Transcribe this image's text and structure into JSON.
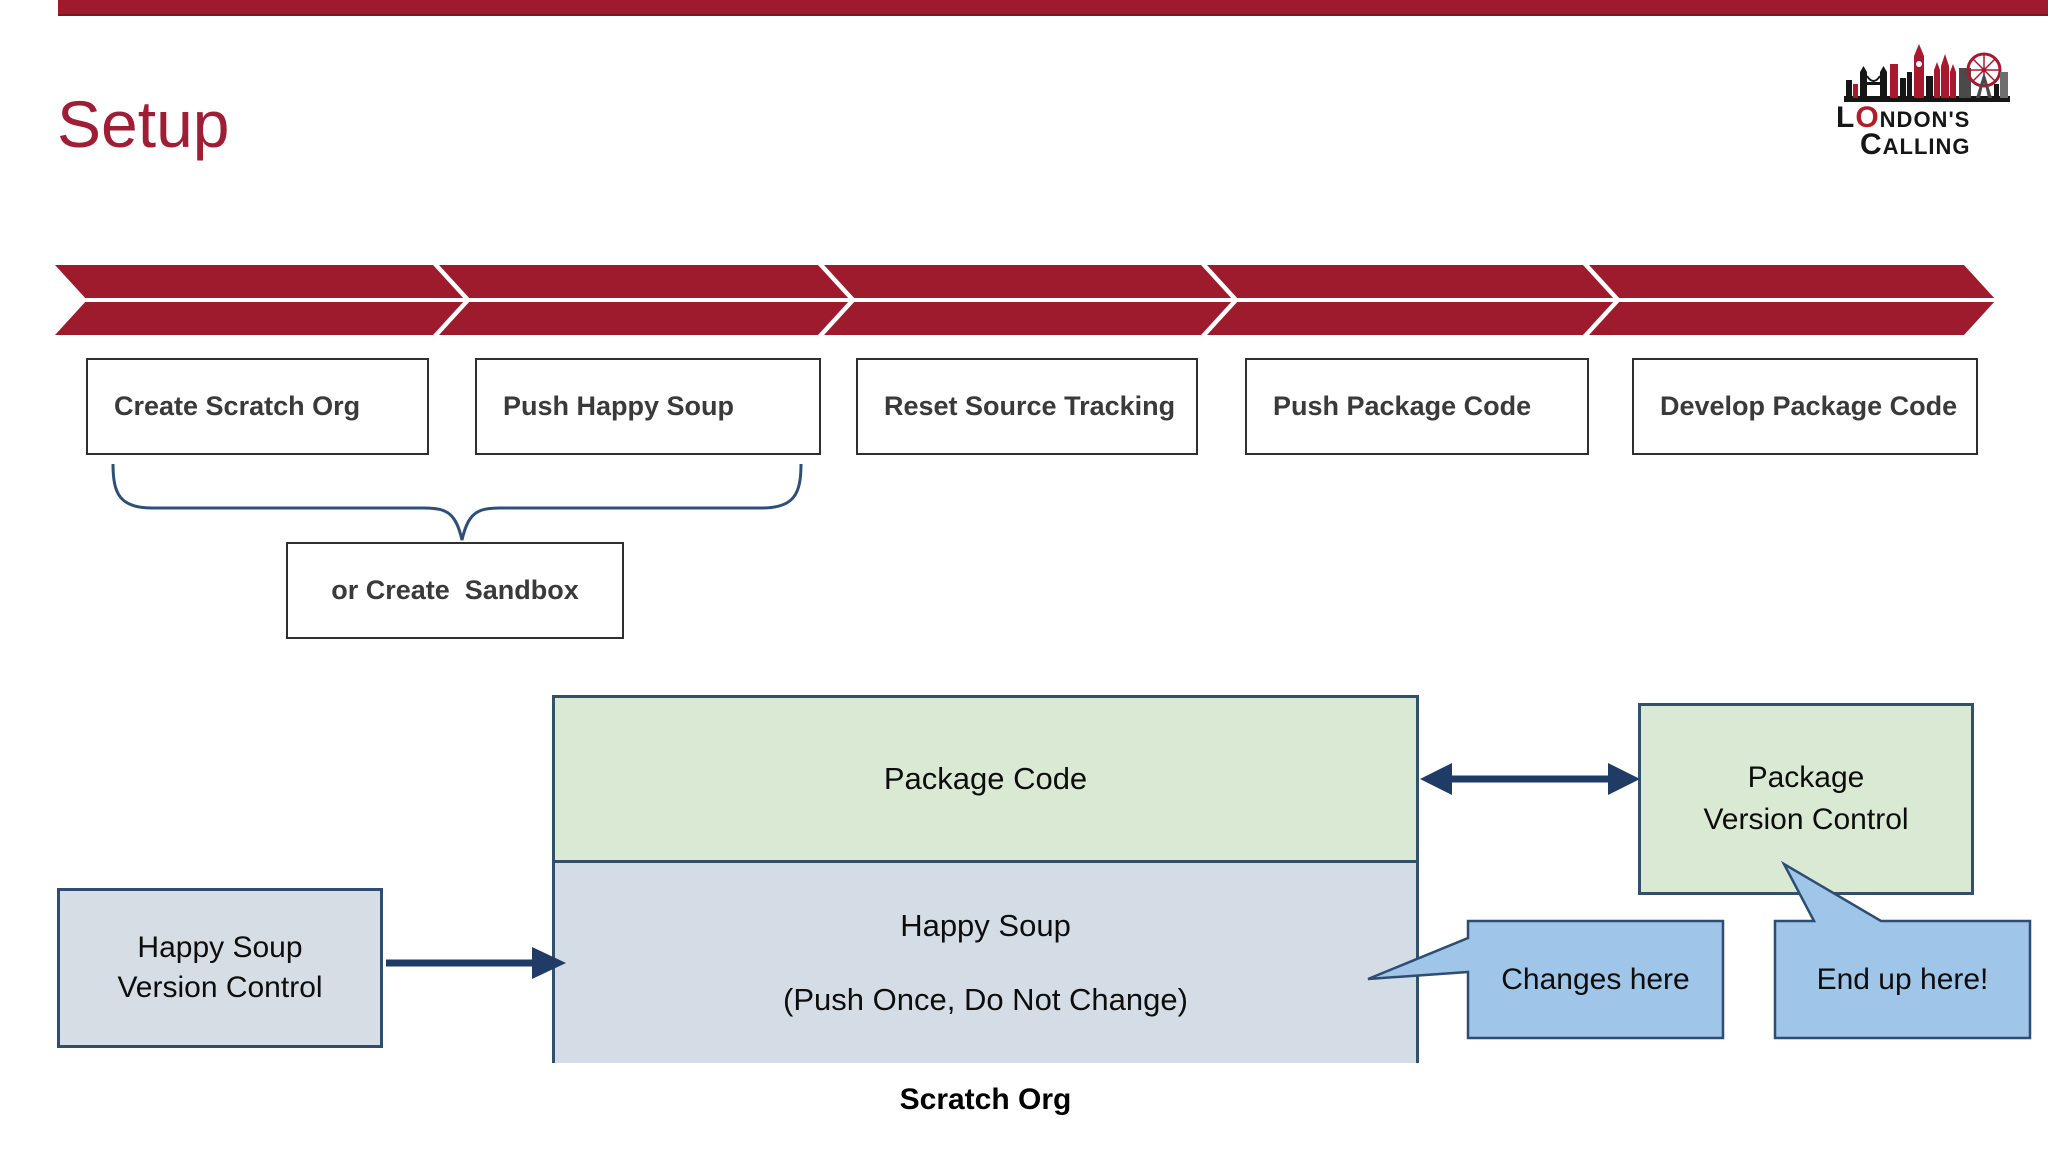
{
  "header": {
    "title": "Setup"
  },
  "logo": {
    "line1_initial": "L",
    "line1_o": "O",
    "line1_rest": "NDON'S",
    "line2_initial": "C",
    "line2_rest": "ALLING"
  },
  "process_steps": [
    {
      "label": "Create Scratch Org"
    },
    {
      "label": "Push Happy Soup"
    },
    {
      "label": "Reset Source Tracking"
    },
    {
      "label": "Push Package Code"
    },
    {
      "label": "Develop Package Code"
    }
  ],
  "alternative": {
    "label": "or Create  Sandbox"
  },
  "diagram": {
    "happy_soup_vc": {
      "line1": "Happy Soup",
      "line2": "Version Control"
    },
    "scratch_org": {
      "package_code_label": "Package Code",
      "happy_soup_label": "Happy Soup",
      "happy_soup_note": "(Push Once, Do Not Change)",
      "caption": "Scratch Org"
    },
    "package_vc": {
      "line1": "Package",
      "line2": "Version Control"
    },
    "callouts": {
      "changes": "Changes here",
      "end_up": "End up here!"
    }
  },
  "colors": {
    "accent_red": "#9E1B2D",
    "title_red": "#A01E35",
    "navy": "#2E4D73",
    "green_fill": "#DAE9D3",
    "bluegray_fill": "#D4DDE6",
    "callout_blue": "#9FC5E8"
  }
}
